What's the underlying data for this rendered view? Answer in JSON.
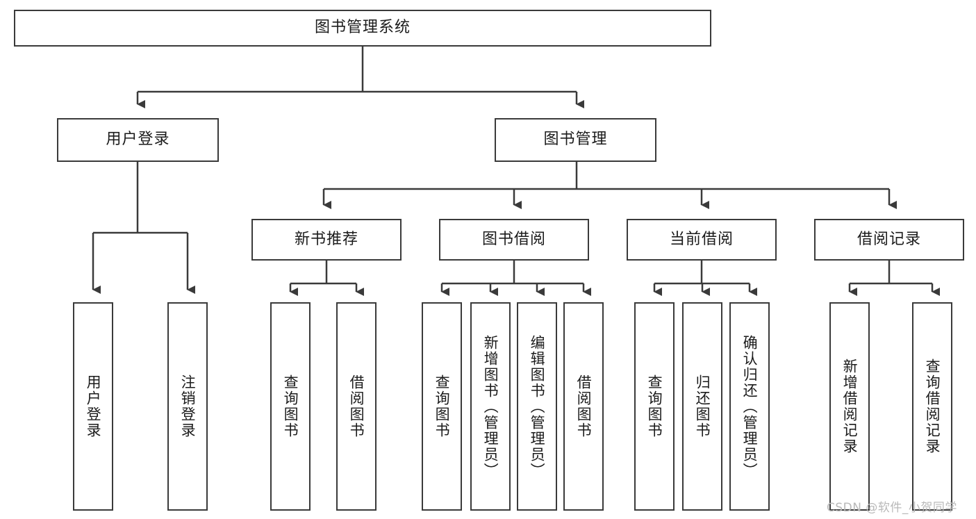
{
  "diagram": {
    "title": "图书管理系统",
    "type": "hierarchy-tree",
    "watermark": "CSDN @软件_小贺同学",
    "colors": {
      "stroke": "#3a3a3a",
      "fill": "#ffffff",
      "text": "#1b1b1b",
      "watermark": "#b9b9b9"
    },
    "root": {
      "label": "图书管理系统"
    },
    "level2": [
      {
        "label": "用户登录"
      },
      {
        "label": "图书管理"
      }
    ],
    "level3": [
      {
        "label": "新书推荐"
      },
      {
        "label": "图书借阅"
      },
      {
        "label": "当前借阅"
      },
      {
        "label": "借阅记录"
      }
    ],
    "leaves": {
      "user_login": [
        {
          "label": "用户登录"
        },
        {
          "label": "注销登录"
        }
      ],
      "new_book_recommend": [
        {
          "label": "查询图书"
        },
        {
          "label": "借阅图书"
        }
      ],
      "book_borrow": [
        {
          "label": "查询图书"
        },
        {
          "label": "新增图书（管理员）"
        },
        {
          "label": "编辑图书（管理员）"
        },
        {
          "label": "借阅图书"
        }
      ],
      "current_borrow": [
        {
          "label": "查询图书"
        },
        {
          "label": "归还图书"
        },
        {
          "label": "确认归还（管理员）"
        }
      ],
      "borrow_record": [
        {
          "label": "新增借阅记录"
        },
        {
          "label": "查询借阅记录"
        }
      ]
    }
  }
}
